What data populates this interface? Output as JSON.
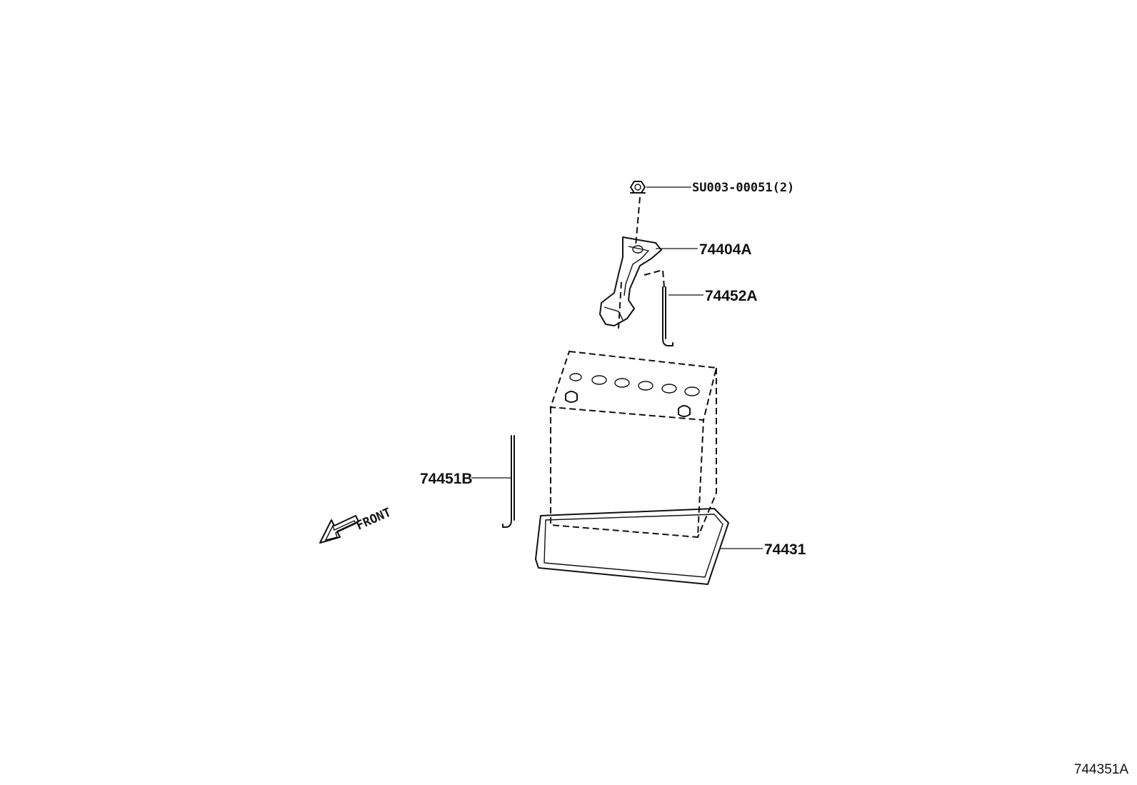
{
  "parts": {
    "nut": "SU003-00051(2)",
    "clamp": "74404A",
    "rod_right": "74452A",
    "rod_left": "74451B",
    "tray": "74431"
  },
  "direction_label": "FRONT",
  "diagram_id": "744351A"
}
